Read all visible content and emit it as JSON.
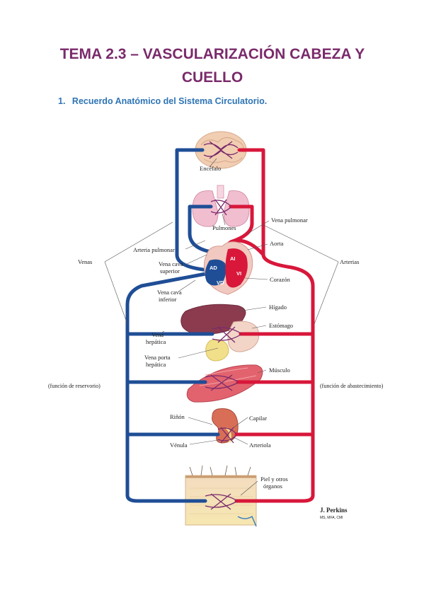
{
  "document": {
    "title_line1": "TEMA 2.3 – VASCULARIZACIÓN CABEZA Y",
    "title_line2": "CUELLO",
    "section_number": "1.",
    "section_title": "Recuerdo Anatómico del Sistema Circulatorio."
  },
  "diagram": {
    "labels": {
      "encefalo": "Encéfalo",
      "pulmones": "Pulmones",
      "vena_pulmonar": "Vena pulmonar",
      "aorta": "Aorta",
      "arteria_pulmonar": "Arteria pulmonar",
      "venas": "Venas",
      "arterias": "Arterias",
      "vena_cava_superior_1": "Vena cava",
      "vena_cava_superior_2": "superior",
      "corazon": "Corazón",
      "vena_cava_inferior_1": "Vena cava",
      "vena_cava_inferior_2": "inferior",
      "higado": "Hígado",
      "estomago": "Estómago",
      "vena_hepatica_1": "Vena",
      "vena_hepatica_2": "hepática",
      "vena_porta_1": "Vena porta",
      "vena_porta_2": "hepática",
      "musculo": "Músculo",
      "funcion_reservorio": "(función de reservorio)",
      "funcion_abastecimiento": "(función de abastecimiento)",
      "rinon": "Riñón",
      "capilar": "Capilar",
      "venula": "Vénula",
      "arteriola": "Arteriola",
      "piel_1": "Piel y otros",
      "piel_2": "órganos",
      "ai": "AI",
      "ad": "AD",
      "vi": "VI",
      "vd": "VD"
    },
    "signature": {
      "name": "J. Perkins",
      "credentials": "MS, MFA, CMI"
    },
    "colors": {
      "vein": "#1f4e96",
      "artery": "#d8173a",
      "title": "#7a2a6b",
      "section": "#2e74b5"
    }
  }
}
